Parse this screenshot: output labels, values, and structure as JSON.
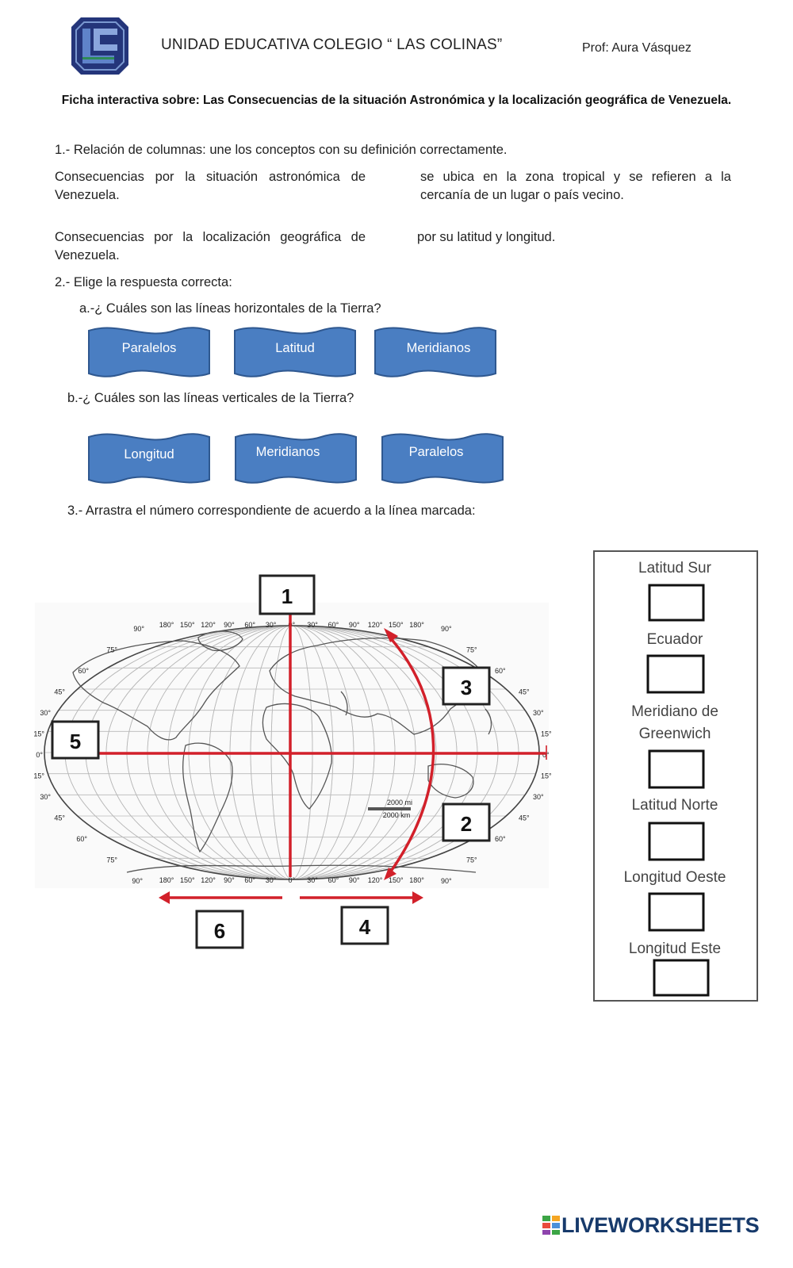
{
  "header": {
    "school": "UNIDAD EDUCATIVA COLEGIO “ LAS COLINAS”",
    "teacher": "Prof: Aura Vásquez",
    "title": "Ficha interactiva sobre: Las Consecuencias  de la situación Astronómica y la localización geográfica de Venezuela."
  },
  "q1": {
    "prompt": "1.- Relación de columnas: une los conceptos con su definición correctamente.",
    "left_items": [
      "Consecuencias por la situación astronómica de Venezuela.",
      "Consecuencias por la localización geográfica de Venezuela."
    ],
    "right_items": [
      "se ubica en la zona tropical y se refieren a la cercanía de un lugar o país vecino.",
      "por su latitud y longitud."
    ]
  },
  "q2": {
    "prompt": "2.- Elige la respuesta correcta:",
    "a": {
      "question": "a.-¿ Cuáles son las líneas horizontales de la Tierra?",
      "options": [
        "Paralelos",
        "Latitud",
        "Meridianos"
      ]
    },
    "b": {
      "question": "b.-¿ Cuáles son las líneas verticales de la Tierra?",
      "options": [
        "Longitud",
        "Meridianos",
        "Paralelos"
      ]
    }
  },
  "q3": {
    "prompt": "3.- Arrastra el número correspondiente de acuerdo a la línea marcada:",
    "map_numbers": [
      "1",
      "3",
      "5",
      "2",
      "6",
      "4"
    ],
    "top_longitudes": [
      "180°",
      "150°",
      "120°",
      "90°",
      "60°",
      "30°",
      "0°",
      "30°",
      "60°",
      "90°",
      "120°",
      "150°",
      "180°"
    ],
    "bottom_longitudes": [
      "180°",
      "150°",
      "120°",
      "90°",
      "60°",
      "30°",
      "0°",
      "30°",
      "60°",
      "90°",
      "120°",
      "150°",
      "180°"
    ],
    "left_latitudes": [
      "90°",
      "75°",
      "60°",
      "45°",
      "30°",
      "15°",
      "0°",
      "15°",
      "30°",
      "45°",
      "60°",
      "75°",
      "90°"
    ],
    "right_latitudes": [
      "90°",
      "75°",
      "60°",
      "45°",
      "30°",
      "15°",
      "0°",
      "15°",
      "30°",
      "45°",
      "60°",
      "75°",
      "90°"
    ],
    "scale": [
      "2000 mi",
      "2000 km"
    ],
    "answer_labels": [
      "Latitud Sur",
      "Ecuador",
      "Meridiano de",
      "Greenwich",
      "Latitud Norte",
      "Longitud Oeste",
      "Longitud Este"
    ]
  },
  "brand": "LIVEWORKSHEETS",
  "colors": {
    "button": "#4a7ec2",
    "button_border": "#2f5890",
    "lines": "#d2202a"
  }
}
